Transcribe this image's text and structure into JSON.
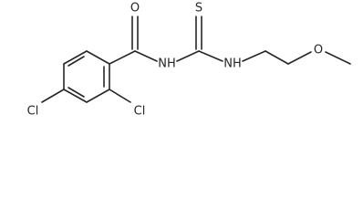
{
  "structure": {
    "atoms": {
      "carbonyl_oxygen": "O",
      "thione_sulfur": "S",
      "amide_nitrogen": "NH",
      "amine_nitrogen": "NH",
      "ether_oxygen": "O",
      "chlorine_ortho": "Cl",
      "chlorine_para": "Cl"
    }
  }
}
